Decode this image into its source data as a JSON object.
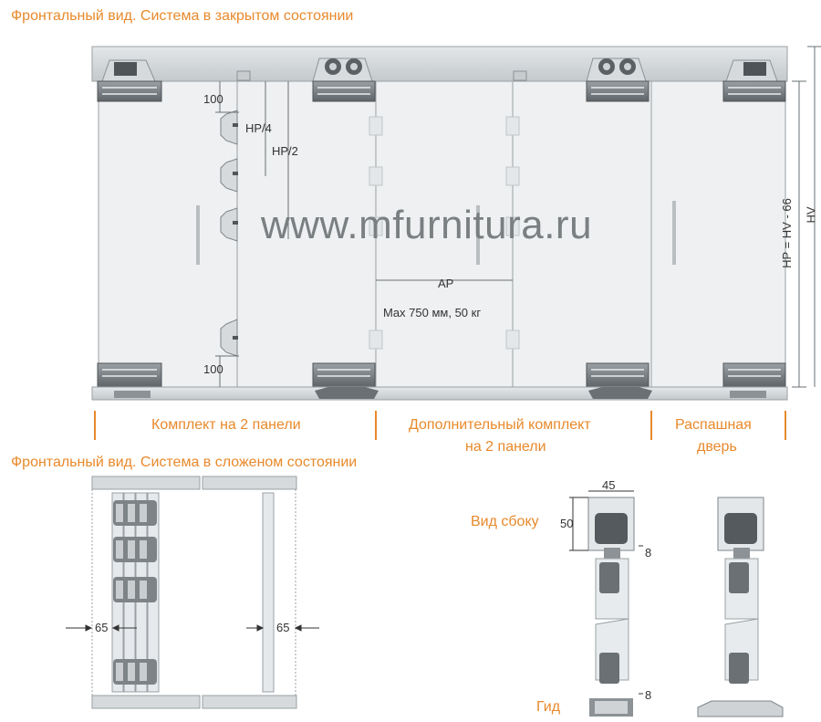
{
  "titles": {
    "closed": "Фронтальный вид. Система в закрытом состоянии",
    "folded": "Фронтальный вид. Система в сложеном состоянии"
  },
  "watermark": "www.mfurnitura.ru",
  "dimensions": {
    "d100_top": "100",
    "d100_bottom": "100",
    "hp4": "HP/4",
    "hp2": "HP/2",
    "ap": "AP",
    "max": "Max 750 мм,  50 кг",
    "hp_formula": "HP = HV - 66",
    "hv": "HV",
    "w65_left": "65",
    "w65_right": "65",
    "side_45": "45",
    "side_50": "50",
    "side_8_top": "8",
    "side_8_bottom": "8"
  },
  "sections": {
    "kit2": "Комплект на 2 панели",
    "extra_line1": "Дополнительный комплект",
    "extra_line2": "на 2 панели",
    "swing_line1": "Распашная",
    "swing_line2": "дверь"
  },
  "side_labels": {
    "side_view": "Вид сбоку",
    "guide": "Гид"
  },
  "colors": {
    "accent": "#e8892b",
    "panel": "#eef0f1",
    "rail": "#cfd3d6",
    "line": "#8c9296",
    "dark": "#555a5e"
  }
}
